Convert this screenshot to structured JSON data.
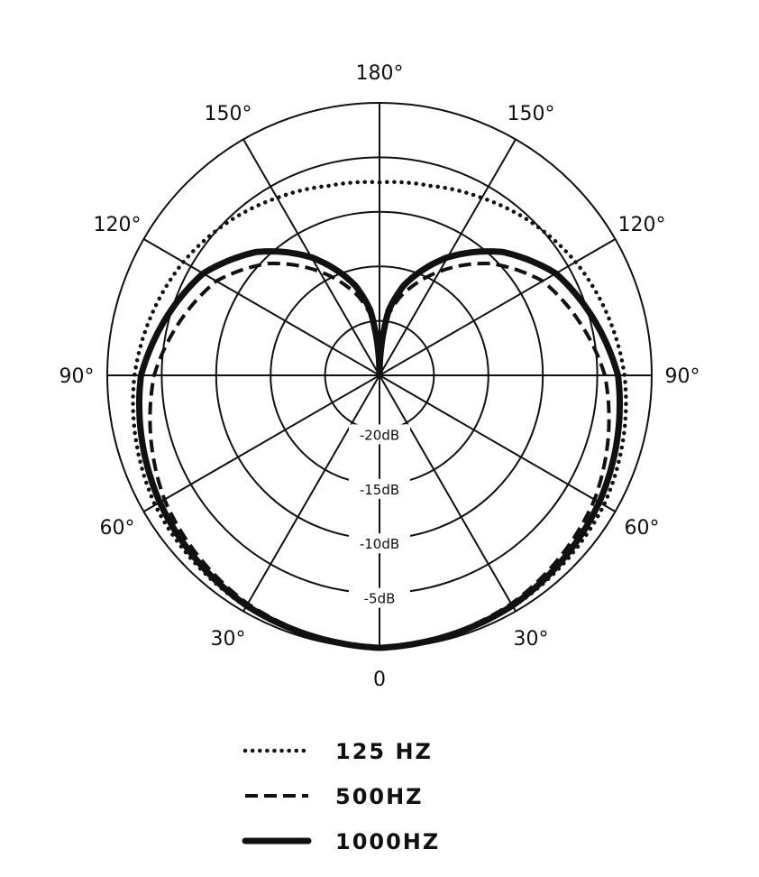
{
  "chart_data": {
    "type": "polar",
    "angle_labels": [
      {
        "angle": 180,
        "text": "180°"
      },
      {
        "angle": 150,
        "text": "150°"
      },
      {
        "angle": -150,
        "text": "150°"
      },
      {
        "angle": 120,
        "text": "120°"
      },
      {
        "angle": -120,
        "text": "120°"
      },
      {
        "angle": 90,
        "text": "90°"
      },
      {
        "angle": -90,
        "text": "90°"
      },
      {
        "angle": 60,
        "text": "60°"
      },
      {
        "angle": -60,
        "text": "60°"
      },
      {
        "angle": 30,
        "text": "30°"
      },
      {
        "angle": -30,
        "text": "30°"
      },
      {
        "angle": 0,
        "text": "0"
      }
    ],
    "rings": [
      {
        "db": -20,
        "label": "-20dB"
      },
      {
        "db": -15,
        "label": "-15dB"
      },
      {
        "db": -10,
        "label": "-10dB"
      },
      {
        "db": -5,
        "label": "-5dB"
      },
      {
        "db": 0,
        "label": ""
      }
    ],
    "r_range_db": [
      -25,
      0
    ],
    "spoke_step_deg": 30,
    "series": [
      {
        "name": "125 HZ",
        "style": "dotted",
        "angles": [
          0,
          30,
          60,
          90,
          120,
          150,
          165,
          180
        ],
        "db": [
          0,
          -0.5,
          -1.2,
          -2.5,
          -4.2,
          -6.2,
          -7.0,
          -7.3
        ]
      },
      {
        "name": "500HZ",
        "style": "dashed",
        "angles": [
          0,
          30,
          60,
          90,
          120,
          135,
          150,
          165,
          172,
          180
        ],
        "db": [
          0,
          -0.8,
          -2.2,
          -4.3,
          -7.7,
          -10.5,
          -14.0,
          -17.5,
          -19.5,
          -25
        ]
      },
      {
        "name": "1000HZ",
        "style": "solid",
        "angles": [
          0,
          30,
          60,
          90,
          120,
          135,
          150,
          165,
          172,
          180
        ],
        "db": [
          0,
          -0.6,
          -1.7,
          -3.1,
          -6.3,
          -9.0,
          -12.5,
          -16.5,
          -19.0,
          -25
        ]
      }
    ]
  }
}
